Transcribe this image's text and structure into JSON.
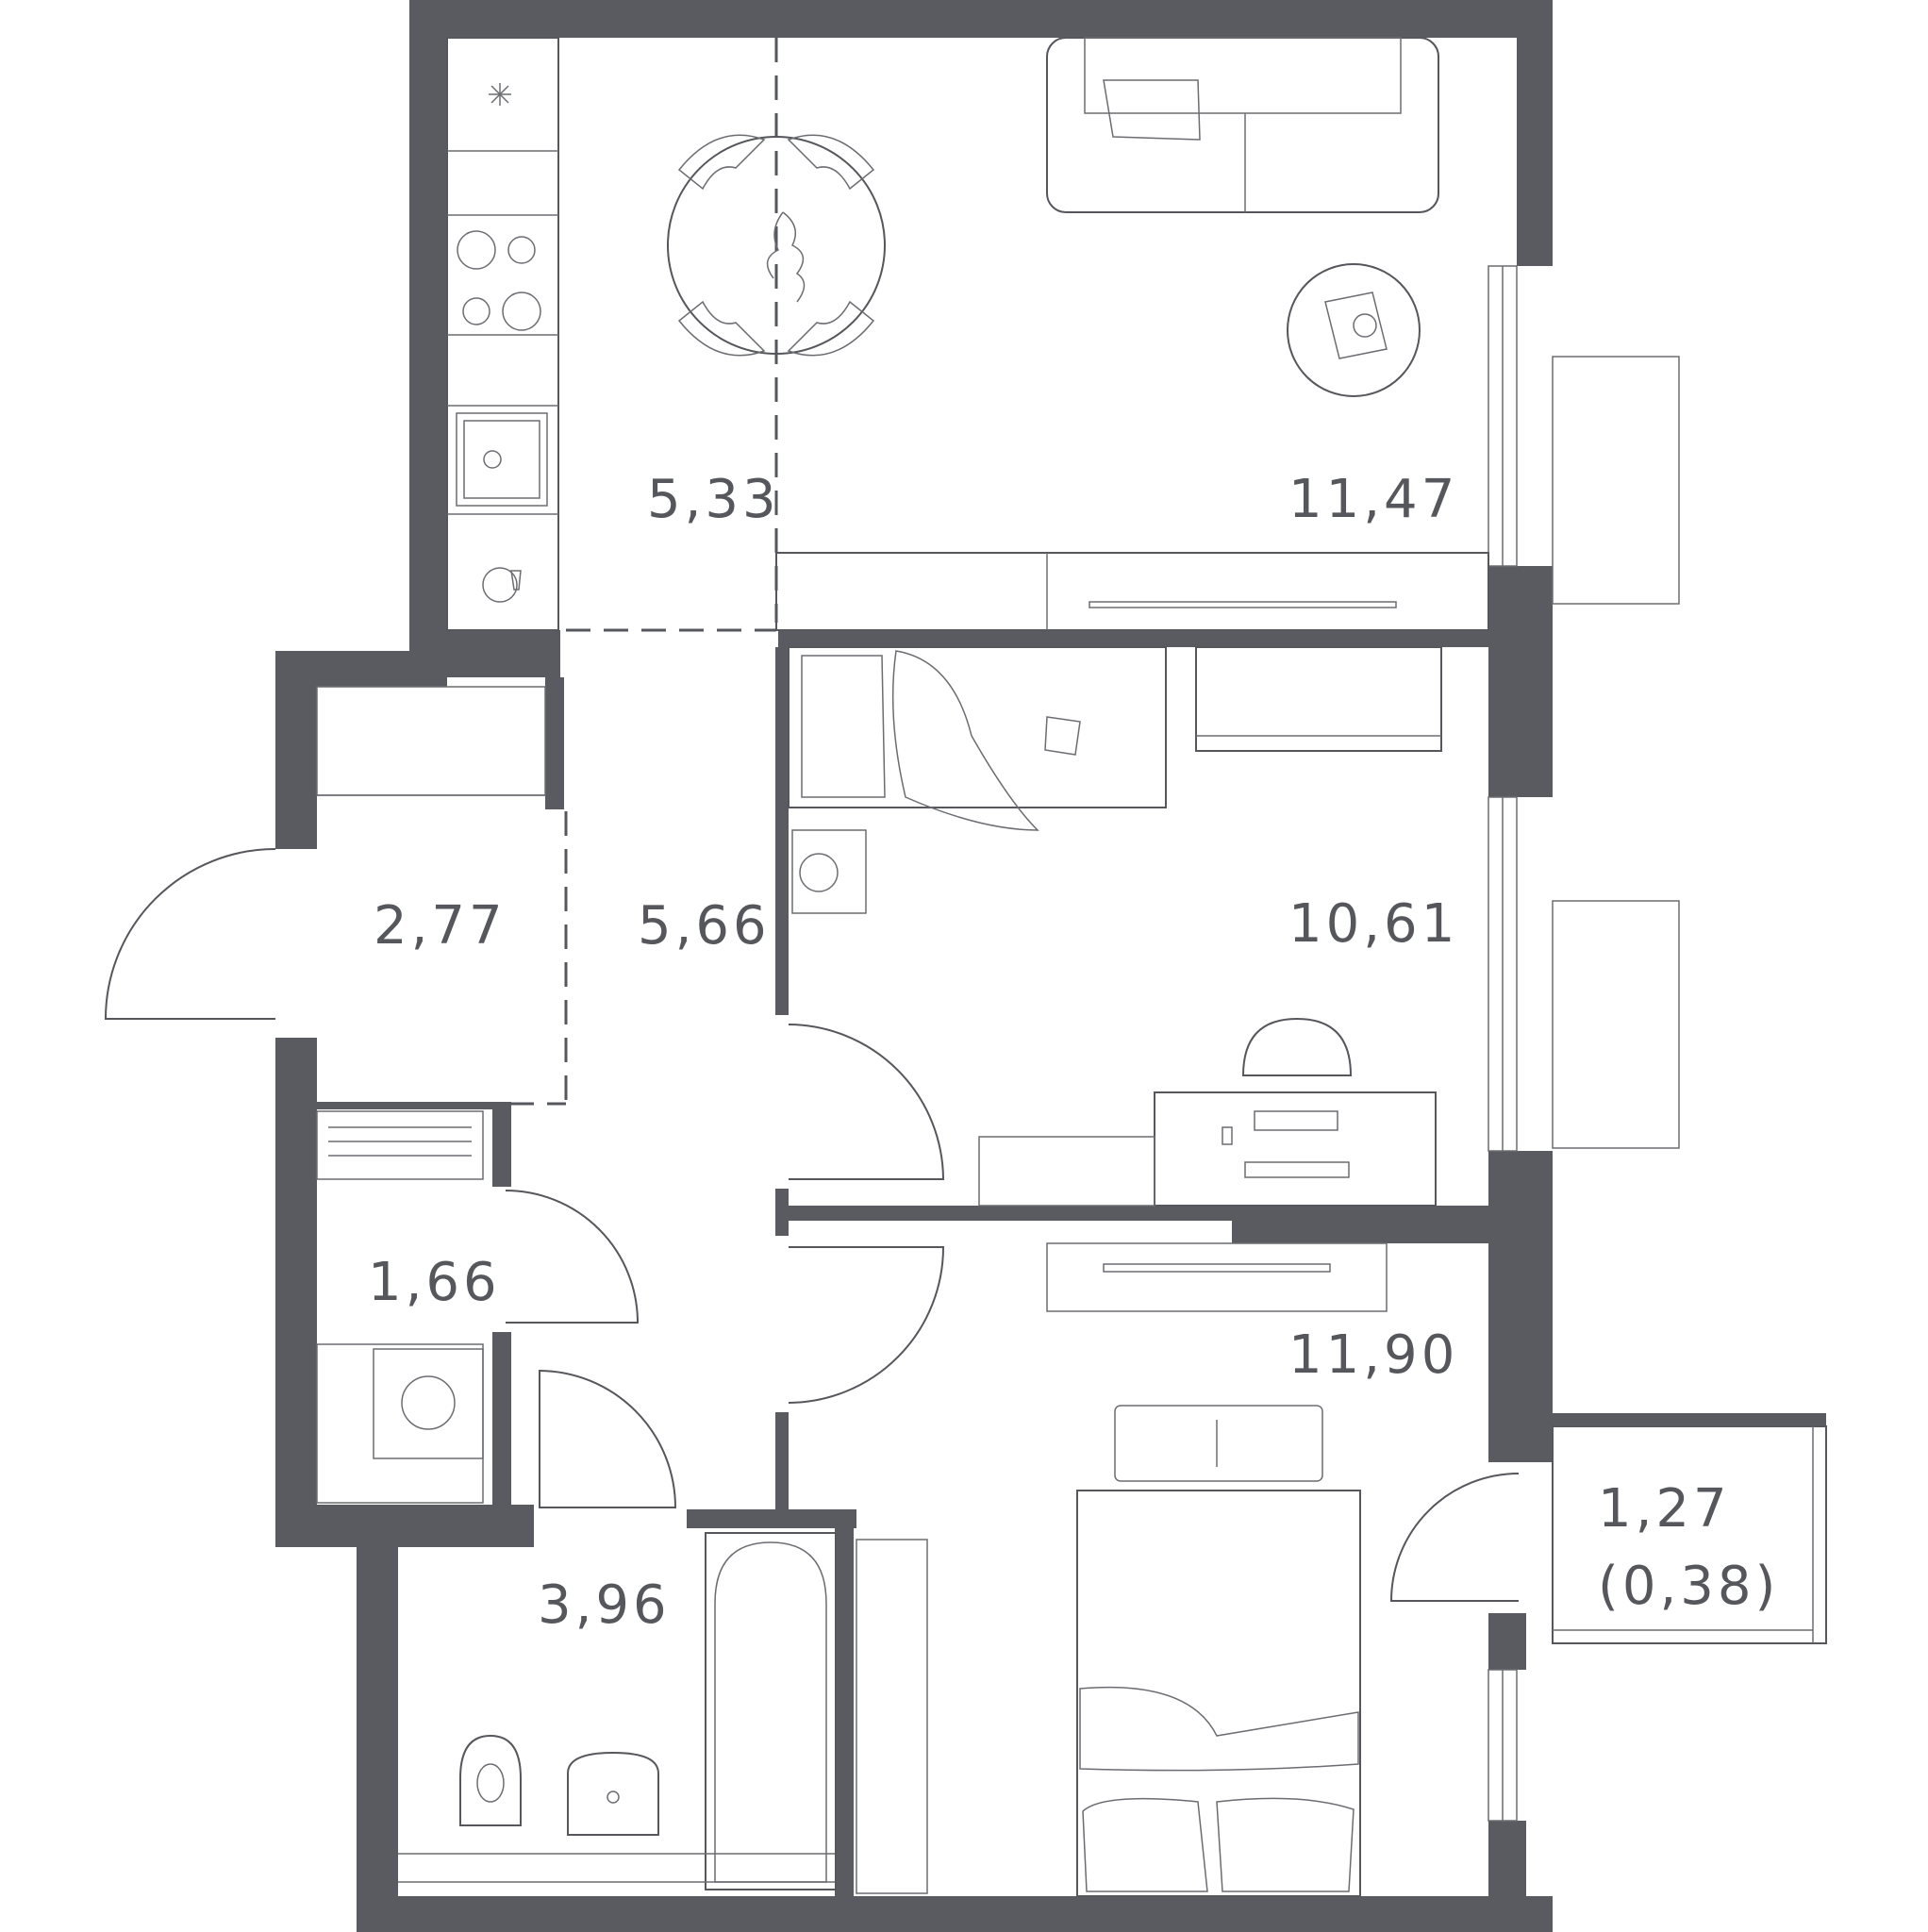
{
  "rooms": {
    "kitchen": {
      "area": "5,33"
    },
    "living": {
      "area": "11,47"
    },
    "hall_entry": {
      "area": "2,77"
    },
    "corridor": {
      "area": "5,66"
    },
    "bedroom_1": {
      "area": "10,61"
    },
    "storage": {
      "area": "1,66"
    },
    "bedroom_2": {
      "area": "11,90"
    },
    "bathroom": {
      "area": "3,96"
    },
    "balcony": {
      "area": "1,27",
      "reduced_area": "(0,38)"
    }
  },
  "colors": {
    "wall": "#5a5b61",
    "line": "#55575c",
    "background": "#ffffff"
  }
}
